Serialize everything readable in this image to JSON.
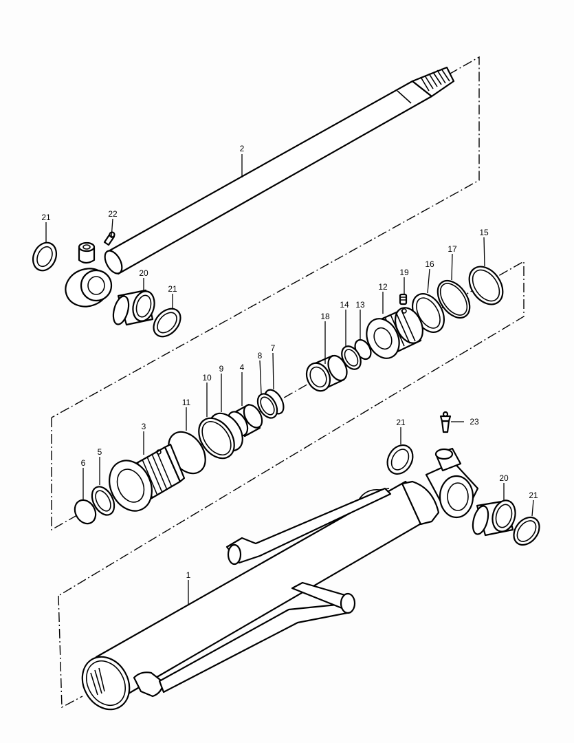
{
  "labels": {
    "p1": "1",
    "p2": "2",
    "p3": "3",
    "p4": "4",
    "p5": "5",
    "p6": "6",
    "p7": "7",
    "p8": "8",
    "p9": "9",
    "p10": "10",
    "p11": "11",
    "p12": "12",
    "p13": "13",
    "p14": "14",
    "p15": "15",
    "p16": "16",
    "p17": "17",
    "p18": "18",
    "p19": "19",
    "p20a": "20",
    "p20b": "20",
    "p21a": "21",
    "p21b": "21",
    "p21c": "21",
    "p21d": "21",
    "p22": "22",
    "p23": "23"
  }
}
